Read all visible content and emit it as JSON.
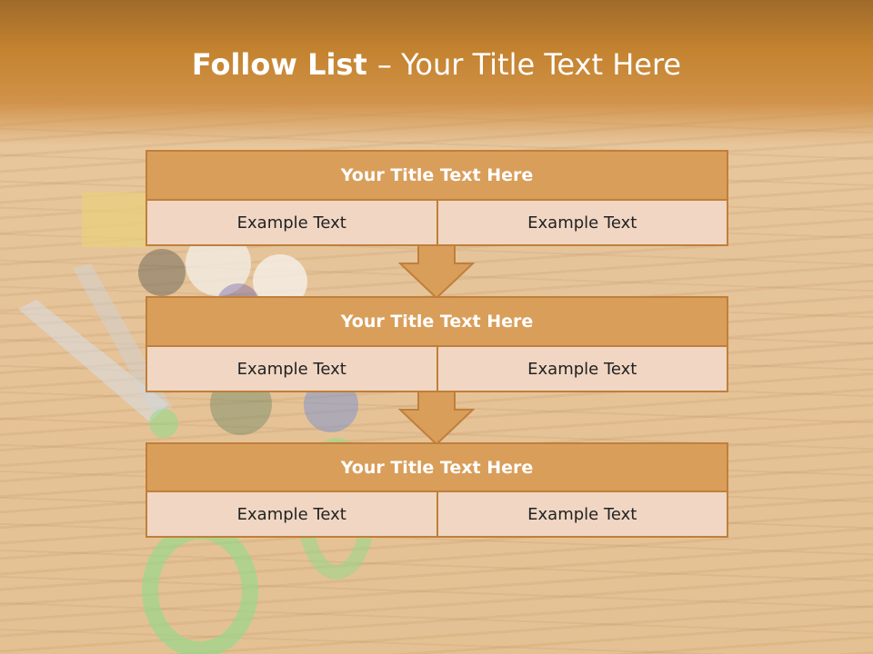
{
  "title": {
    "bold_part": "Follow List ",
    "light_part": " – Your Title Text Here"
  },
  "blocks": [
    {
      "header": "Your Title Text Here",
      "left": "Example Text",
      "right": "Example Text"
    },
    {
      "header": "Your Title Text Here",
      "left": "Example Text",
      "right": "Example Text"
    },
    {
      "header": "Your Title Text Here",
      "left": "Example Text",
      "right": "Example Text"
    }
  ],
  "colors": {
    "accent": "#d99e5a",
    "border": "#c07f3b",
    "cell_bg": "#f0d6c3",
    "header_band": "#c4832f"
  }
}
